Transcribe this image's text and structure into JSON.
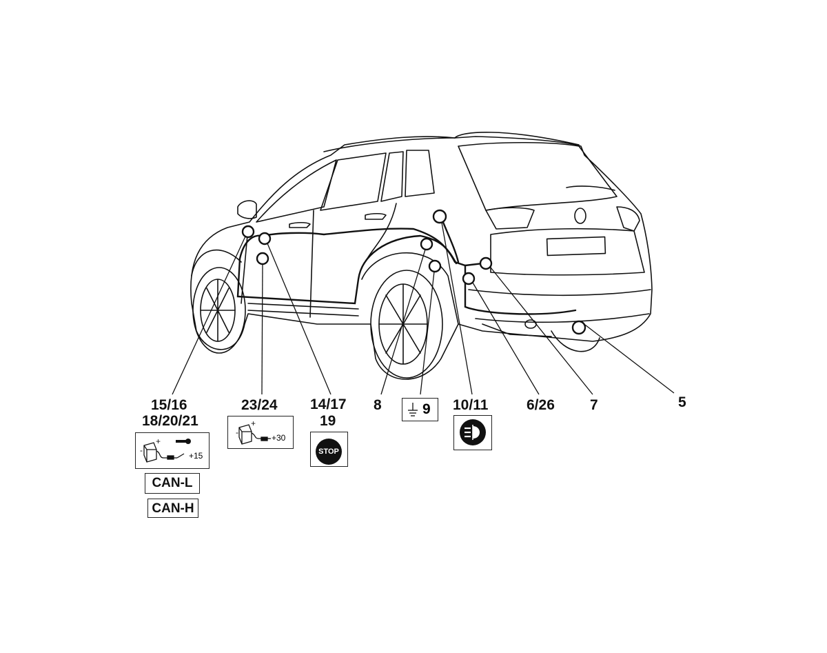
{
  "callouts": {
    "c5": "5",
    "c7": "7",
    "c6_26": "6/26",
    "c10_11": "10/11",
    "c9": "9",
    "c8": "8",
    "c14_17": "14/17",
    "c19": "19",
    "c23_24": "23/24",
    "c15_16": "15/16",
    "c18_20_21": "18/20/21"
  },
  "badges": {
    "can_l": "CAN-L",
    "can_h": "CAN-H",
    "stop": "STOP",
    "plus15": "+15",
    "plus30": "+30"
  },
  "icons": [
    "ground-icon",
    "fog-light-icon",
    "stop-icon",
    "battery-ignition-icon",
    "battery-permanent-icon",
    "key-icon"
  ]
}
